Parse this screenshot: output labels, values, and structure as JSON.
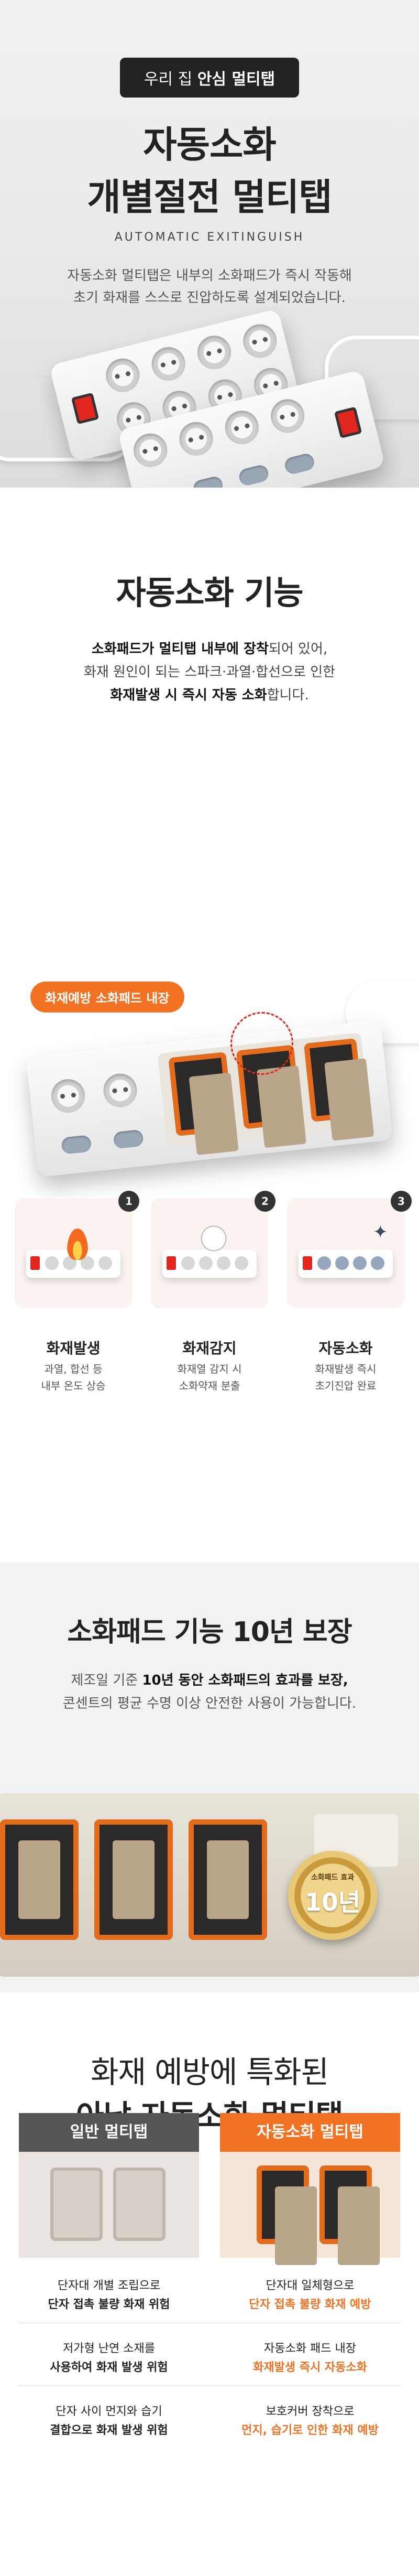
{
  "hero": {
    "pill_pre": "우리 집 ",
    "pill_bold": "안심 멀티탭",
    "title_line1": "자동소화",
    "title_line2": "개별절전 멀티탭",
    "subtitle_en": "AUTOMATIC EXITINGUISH",
    "desc_line1": "자동소화 멀티탭은 내부의 소화패드가 즉시 작동해",
    "desc_line2": "초기 화재를 스스로 진압하도록 설계되었습니다."
  },
  "function": {
    "title": "자동소화 기능",
    "line1_bold": "소화패드가 멀티탭 내부에 장착",
    "line1_rest": "되어 있어,",
    "line2": "화재 원인이 되는 스파크·과열·합선으로 인한",
    "line3_bold": "화재발생 시 즉시 자동 소화",
    "line3_rest": "합니다.",
    "badge": "화재예방 소화패드 내장",
    "steps": [
      {
        "num": "1",
        "title": "화재발생",
        "desc1": "과열, 합선 등",
        "desc2": "내부 온도 상승"
      },
      {
        "num": "2",
        "title": "화재감지",
        "desc1": "화재열 감지 시",
        "desc2": "소화약재 분출"
      },
      {
        "num": "3",
        "title": "자동소화",
        "desc1": "화재발생 즉시",
        "desc2": "초기진압 완료"
      }
    ]
  },
  "warranty": {
    "title": "소화패드 기능 10년 보장",
    "line1_pre": "제조일 기준 ",
    "line1_bold": "10년 동안 소화패드의 효과를 보장,",
    "line2": "콘센트의 평균 수명 이상 안전한 사용이 가능합니다.",
    "seal_top": "소화패드 효과",
    "seal_main": "10년"
  },
  "compare": {
    "title_line1": "화재 예방에 특화된",
    "title_line2": "아남 자동소화 멀티탭",
    "left_header": "일반 멀티탭",
    "right_header": "자동소화 멀티탭",
    "left_rows": [
      {
        "l1": "단자대 개별 조립으로",
        "l2": "단자 접촉 불량 화재 위험"
      },
      {
        "l1": "저가형 난연 소재를",
        "l2": "사용하여 화재 발생 위험"
      },
      {
        "l1": "단자 사이 먼지와 습기",
        "l2": "결합으로 화재 발생 위험"
      }
    ],
    "right_rows": [
      {
        "l1": "단자대 일체형으로",
        "l2": "단자 접촉 불량 화재 예방"
      },
      {
        "l1": "자동소화 패드 내장",
        "l2": "화재발생 즉시 자동소화"
      },
      {
        "l1": "보호커버 장착으로",
        "l2": "먼지, 습기로 인한 화재 예방"
      }
    ],
    "colors": {
      "left_header": "#555555",
      "right_header": "#f07222",
      "accent": "#f07222"
    }
  }
}
